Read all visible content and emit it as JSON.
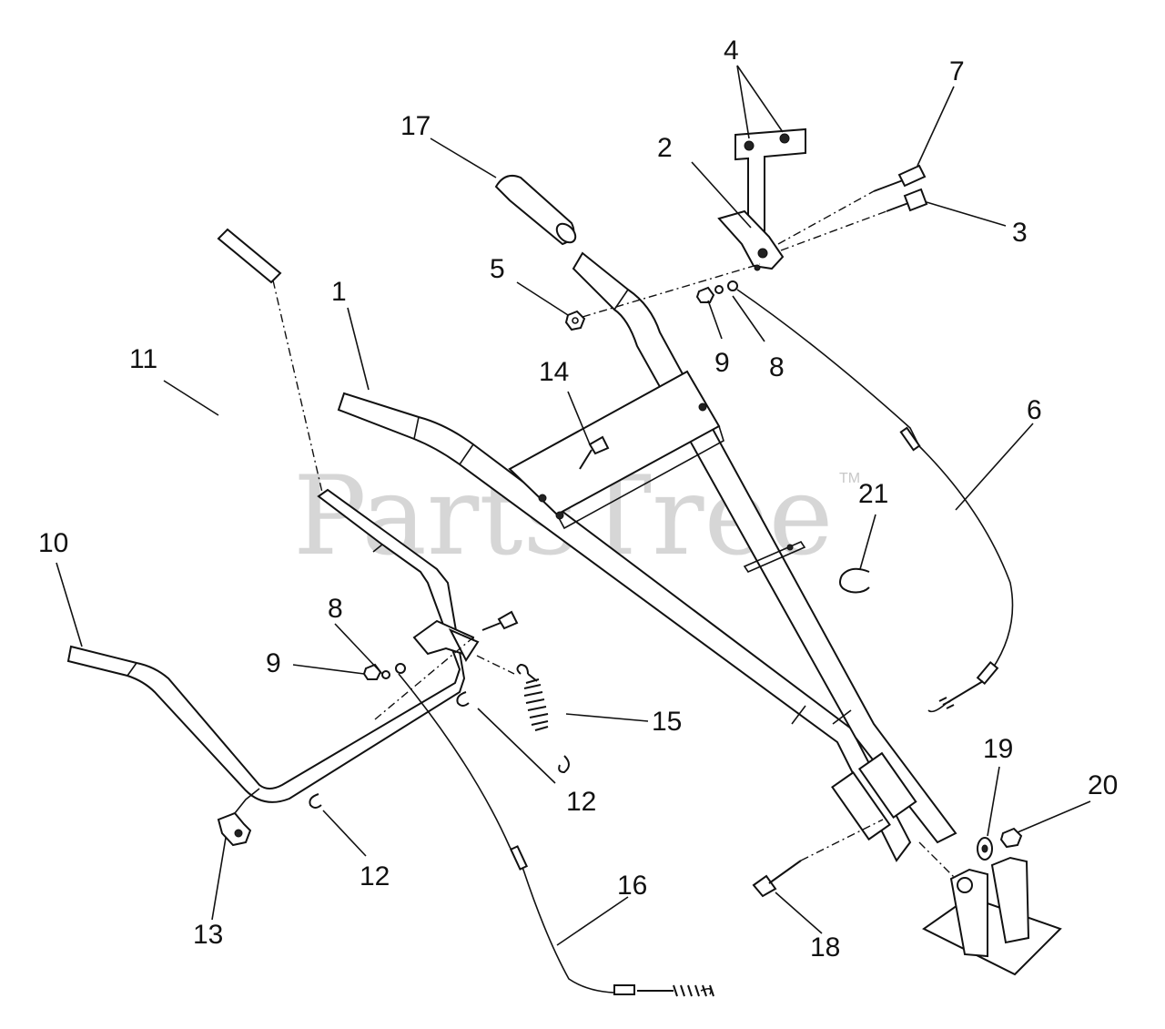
{
  "watermark": {
    "text": "PartsTree",
    "trademark": "TM"
  },
  "callouts": {
    "c1": "1",
    "c2": "2",
    "c3": "3",
    "c4": "4",
    "c5": "5",
    "c6": "6",
    "c7": "7",
    "c8a": "8",
    "c8b": "8",
    "c9a": "9",
    "c9b": "9",
    "c10": "10",
    "c11": "11",
    "c12a": "12",
    "c12b": "12",
    "c13": "13",
    "c14": "14",
    "c15": "15",
    "c16": "16",
    "c17": "17",
    "c18": "18",
    "c19": "19",
    "c20": "20",
    "c21": "21"
  }
}
